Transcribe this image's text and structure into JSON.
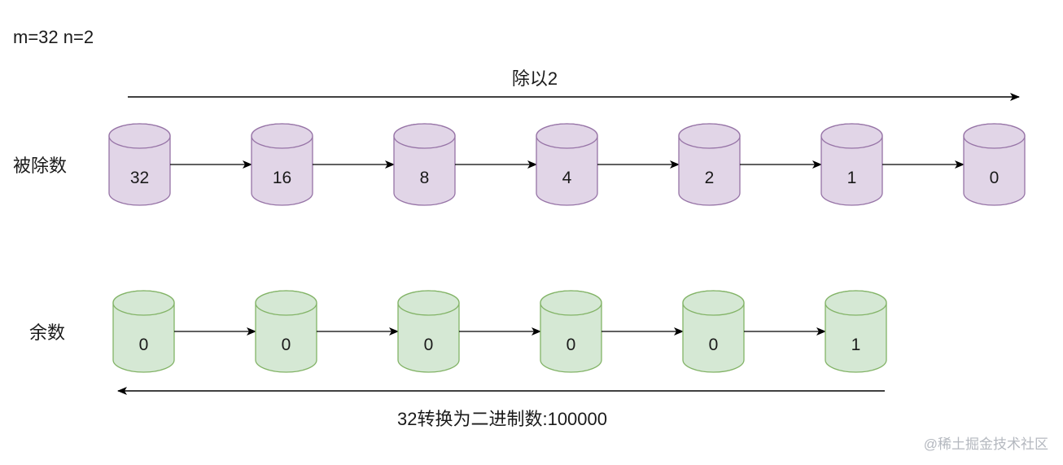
{
  "params_text": "m=32 n=2",
  "top_arrow_label": "除以2",
  "dividend_row": {
    "label": "被除数",
    "values": [
      "32",
      "16",
      "8",
      "4",
      "2",
      "1",
      "0"
    ],
    "fill": "#e1d5e7",
    "stroke": "#9673a6"
  },
  "remainder_row": {
    "label": "余数",
    "values": [
      "0",
      "0",
      "0",
      "0",
      "0",
      "1"
    ],
    "fill": "#d5e8d4",
    "stroke": "#82b366"
  },
  "result_text": "32转换为二进制数:100000",
  "watermark": "@稀土掘金技术社区",
  "arrow_color": "#000000"
}
